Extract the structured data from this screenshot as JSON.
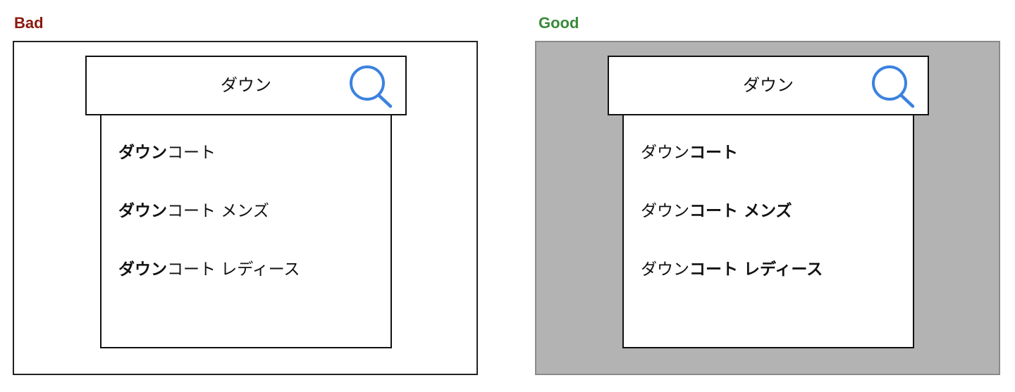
{
  "bad": {
    "title": "Bad",
    "query": "ダウン",
    "suggestions": [
      {
        "bold": "ダウン",
        "normal": "コート"
      },
      {
        "bold": "ダウン",
        "normal": "コート メンズ"
      },
      {
        "bold": "ダウン",
        "normal": "コート レディース"
      }
    ]
  },
  "good": {
    "title": "Good",
    "query": "ダウン",
    "suggestions": [
      {
        "normal": "ダウン",
        "bold": "コート"
      },
      {
        "normal": "ダウン",
        "bold": "コート メンズ"
      },
      {
        "normal": "ダウン",
        "bold": "コート レディース"
      }
    ]
  },
  "colors": {
    "bad_title": "#8b1a10",
    "good_title": "#3a8a3a",
    "good_background": "#b3b3b3",
    "search_icon": "#3b82e0"
  },
  "icons": {
    "search": "search-icon"
  }
}
